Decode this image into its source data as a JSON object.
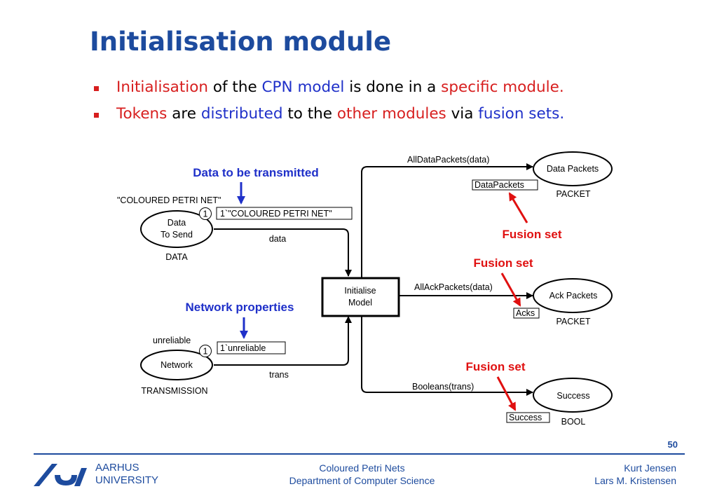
{
  "slide": {
    "title": "Initialisation module",
    "bullets": [
      [
        {
          "text": "Initialisation",
          "color": "red"
        },
        {
          "text": " of the ",
          "color": "black"
        },
        {
          "text": "CPN model",
          "color": "blue"
        },
        {
          "text": " is done in a ",
          "color": "black"
        },
        {
          "text": "specific module.",
          "color": "red"
        }
      ],
      [
        {
          "text": "Tokens",
          "color": "red"
        },
        {
          "text": " are ",
          "color": "black"
        },
        {
          "text": "distributed",
          "color": "blue"
        },
        {
          "text": " to the ",
          "color": "black"
        },
        {
          "text": "other modules",
          "color": "red"
        },
        {
          "text": " via ",
          "color": "black"
        },
        {
          "text": "fusion sets.",
          "color": "blue"
        }
      ]
    ],
    "page_number": "50"
  },
  "colors": {
    "title_blue": "#1d4b9e",
    "accent_red": "#d71e1e",
    "accent_blue": "#1f30c9"
  },
  "diagram": {
    "annotations": {
      "data_to_transmit": "Data to be transmitted",
      "network_properties": "Network properties",
      "fusion_set_1": "Fusion set",
      "fusion_set_2": "Fusion set",
      "fusion_set_3": "Fusion set"
    },
    "places": {
      "data_to_send": {
        "name_line1": "Data",
        "name_line2": "To Send",
        "type": "DATA",
        "initial": "\"COLOURED PETRI NET\"",
        "token_count": "1",
        "marking": "1`\"COLOURED PETRI NET\""
      },
      "network": {
        "name": "Network",
        "type": "TRANSMISSION",
        "initial": "unreliable",
        "token_count": "1",
        "marking": "1`unreliable"
      },
      "data_packets": {
        "name": "Data Packets",
        "type": "PACKET",
        "fusion_tag": "DataPackets"
      },
      "ack_packets": {
        "name": "Ack Packets",
        "type": "PACKET",
        "fusion_tag": "Acks"
      },
      "success": {
        "name": "Success",
        "type": "BOOL",
        "fusion_tag": "Success"
      }
    },
    "transition": {
      "line1": "Initialise",
      "line2": "Model"
    },
    "arcs": {
      "data": "data",
      "trans": "trans",
      "all_data_packets": "AllDataPackets(data)",
      "all_ack_packets": "AllAckPackets(data)",
      "booleans": "Booleans(trans)"
    }
  },
  "footer": {
    "university_line1": "AARHUS",
    "university_line2": "UNIVERSITY",
    "course": "Coloured Petri Nets",
    "department": "Department of Computer Science",
    "author1": "Kurt Jensen",
    "author2": "Lars M. Kristensen"
  }
}
